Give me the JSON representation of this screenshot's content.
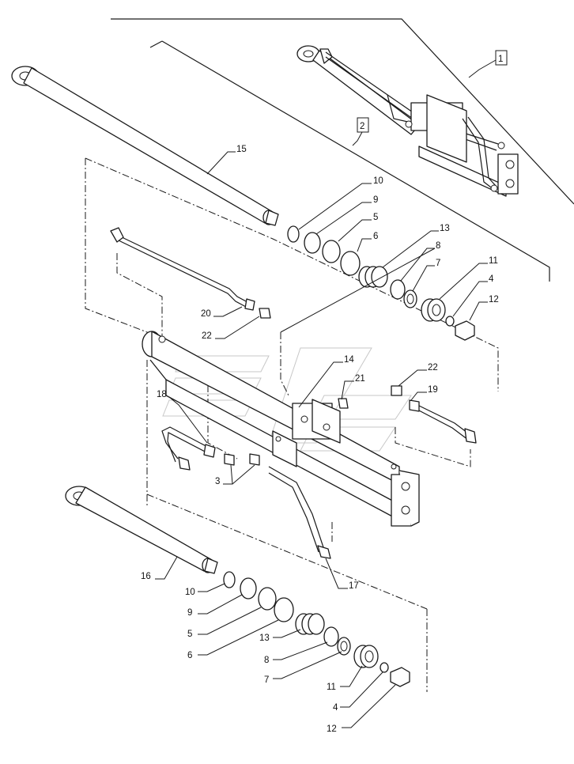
{
  "reference_boxes": [
    {
      "id": "ref-box-1",
      "text": "1"
    },
    {
      "id": "ref-box-2",
      "text": "2"
    }
  ],
  "callouts": [
    {
      "id": "c15",
      "text": "15"
    },
    {
      "id": "c10a",
      "text": "10"
    },
    {
      "id": "c9a",
      "text": "9"
    },
    {
      "id": "c5a",
      "text": "5"
    },
    {
      "id": "c6a",
      "text": "6"
    },
    {
      "id": "c13a",
      "text": "13"
    },
    {
      "id": "c8a",
      "text": "8"
    },
    {
      "id": "c7a",
      "text": "7"
    },
    {
      "id": "c11a",
      "text": "11"
    },
    {
      "id": "c4a",
      "text": "4"
    },
    {
      "id": "c12a",
      "text": "12"
    },
    {
      "id": "c20",
      "text": "20"
    },
    {
      "id": "c22a",
      "text": "22"
    },
    {
      "id": "c14",
      "text": "14"
    },
    {
      "id": "c21",
      "text": "21"
    },
    {
      "id": "c22b",
      "text": "22"
    },
    {
      "id": "c19",
      "text": "19"
    },
    {
      "id": "c18",
      "text": "18"
    },
    {
      "id": "c3",
      "text": "3"
    },
    {
      "id": "c17",
      "text": "17"
    },
    {
      "id": "c16",
      "text": "16"
    },
    {
      "id": "c10b",
      "text": "10"
    },
    {
      "id": "c9b",
      "text": "9"
    },
    {
      "id": "c5b",
      "text": "5"
    },
    {
      "id": "c6b",
      "text": "6"
    },
    {
      "id": "c13b",
      "text": "13"
    },
    {
      "id": "c8b",
      "text": "8"
    },
    {
      "id": "c7b",
      "text": "7"
    },
    {
      "id": "c11b",
      "text": "11"
    },
    {
      "id": "c4b",
      "text": "4"
    },
    {
      "id": "c12b",
      "text": "12"
    }
  ]
}
